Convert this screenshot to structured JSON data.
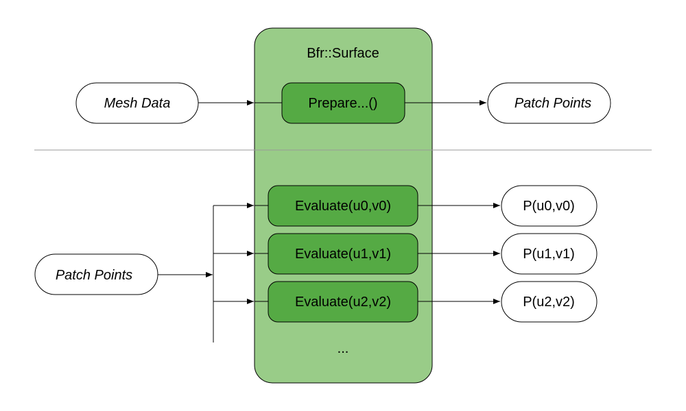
{
  "surface": {
    "title": "Bfr::Surface",
    "prepare_label": "Prepare...()",
    "evaluate_labels": [
      "Evaluate(u0,v0)",
      "Evaluate(u1,v1)",
      "Evaluate(u2,v2)"
    ],
    "ellipsis": "..."
  },
  "inputs": {
    "mesh_data": "Mesh Data",
    "patch_points_in": "Patch Points"
  },
  "outputs": {
    "patch_points_out": "Patch Points",
    "results": [
      "P(u0,v0)",
      "P(u1,v1)",
      "P(u2,v2)"
    ]
  },
  "colors": {
    "outer_fill": "#99cc88",
    "inner_fill": "#55aa44",
    "stroke": "#000000",
    "divider": "#999999"
  }
}
